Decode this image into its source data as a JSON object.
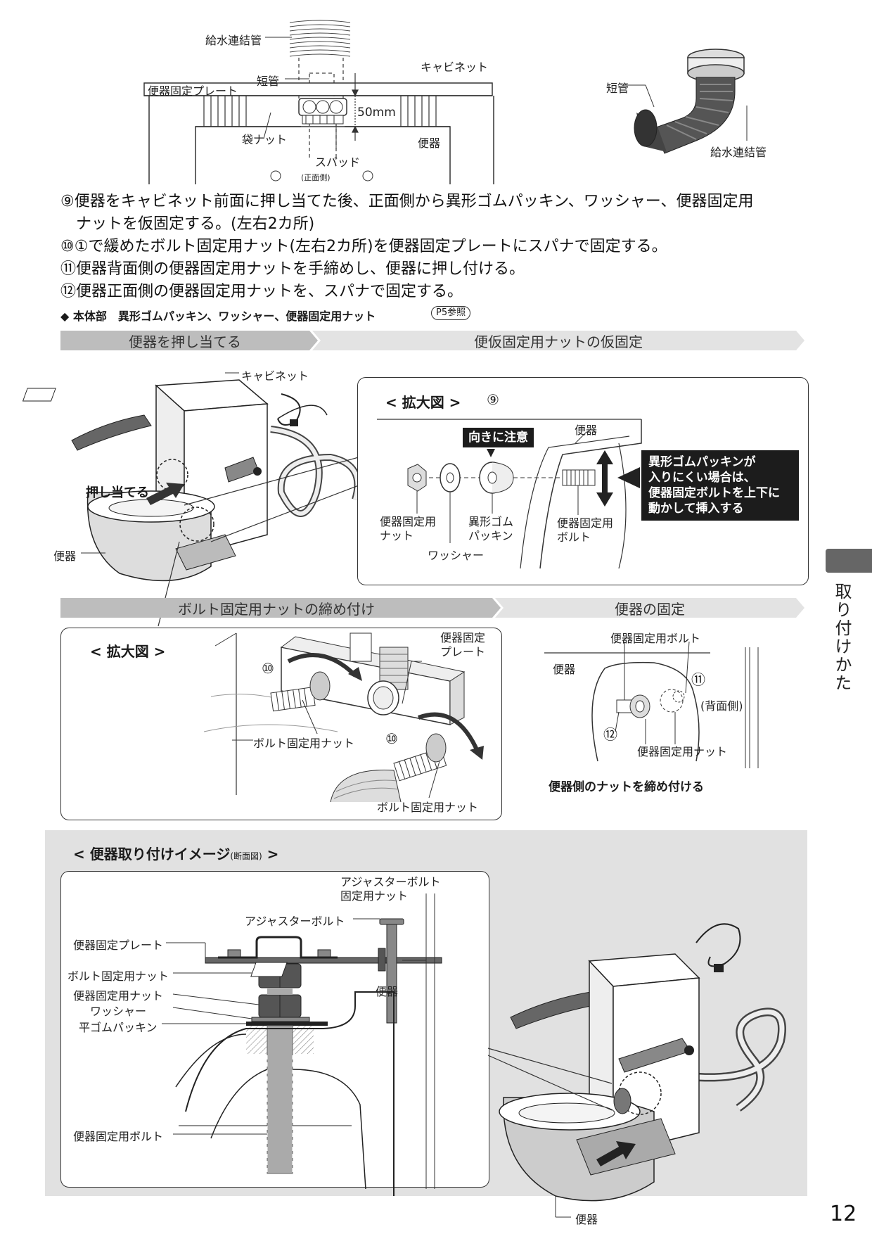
{
  "top_diagram": {
    "label_supply_pipe": "給水連結管",
    "label_short_pipe": "短管",
    "label_cabinet": "キャビネット",
    "label_plate": "便器固定プレート",
    "label_50mm": "50mm",
    "label_bag_nut": "袋ナット",
    "label_toilet": "便器",
    "label_spud": "スパッド",
    "label_front": "(正面側)"
  },
  "top_right": {
    "label_short_pipe": "短管",
    "label_supply_pipe": "給水連結管"
  },
  "steps": [
    "⑨便器をキャビネット前面に押し当てた後、正面側から異形ゴムパッキン、ワッシャー、便器固定用",
    "　ナットを仮固定する。(左右2カ所)",
    "⑩①で緩めたボルト固定用ナット(左右2カ所)を便器固定プレートにスパナで固定する。",
    "⑪便器背面側の便器固定用ナットを手締めし、便器に押し付ける。",
    "⑫便器正面側の便器固定用ナットを、スパナで固定する。"
  ],
  "parts_note": {
    "bullet": "◆ 本体部　異形ゴムパッキン、ワッシャー、便器固定用ナット",
    "ref": "P5参照"
  },
  "banner1": {
    "left": "便器を押し当てる",
    "right": "便仮固定用ナットの仮固定"
  },
  "fig1": {
    "label_cabinet": "キャビネット",
    "label_push": "押し当てる",
    "label_toilet": "便器"
  },
  "zoom1": {
    "title": "< 拡大図 >",
    "step_mark": "⑨",
    "caution": "向きに注意",
    "label_toilet": "便器",
    "label_nut": "便器固定用\nナット",
    "label_packing": "異形ゴム\nパッキン",
    "label_washer": "ワッシャー",
    "label_bolt": "便器固定用\nボルト",
    "note": "異形ゴムパッキンが\n入りにくい場合は、\n便器固定ボルトを上下に\n動かして挿入する"
  },
  "banner2": {
    "left": "ボルト固定用ナットの締め付け",
    "right": "便器の固定"
  },
  "zoom2": {
    "title": "< 拡大図 >",
    "label_plate": "便器固定\nプレート",
    "step_mark_a": "⑩",
    "step_mark_b": "⑩",
    "label_bolt_nut_a": "ボルト固定用ナット",
    "label_bolt_nut_b": "ボルト固定用ナット"
  },
  "fix_fig": {
    "label_bolt": "便器固定用ボルト",
    "label_toilet": "便器",
    "step_mark_11": "⑪",
    "label_back": "(背面側)",
    "step_mark_12": "⑫",
    "label_nut": "便器固定用ナット",
    "caption": "便器側のナットを締め付ける"
  },
  "section": {
    "title": "< 便器取り付けイメージ",
    "title_small": "(断面図)",
    "title_end": " >",
    "label_adj_nut": "アジャスターボルト\n固定用ナット",
    "label_adj_bolt": "アジャスターボルト",
    "label_plate": "便器固定プレート",
    "label_bolt_nut": "ボルト固定用ナット",
    "label_fix_nut": "便器固定用ナット",
    "label_washer": "ワッシャー",
    "label_flat_packing": "平ゴムパッキン",
    "label_toilet_inner": "便器",
    "label_fix_bolt": "便器固定用ボルト",
    "label_toilet": "便器"
  },
  "sidebar": {
    "label": "取り付けかた"
  },
  "page_number": "12"
}
